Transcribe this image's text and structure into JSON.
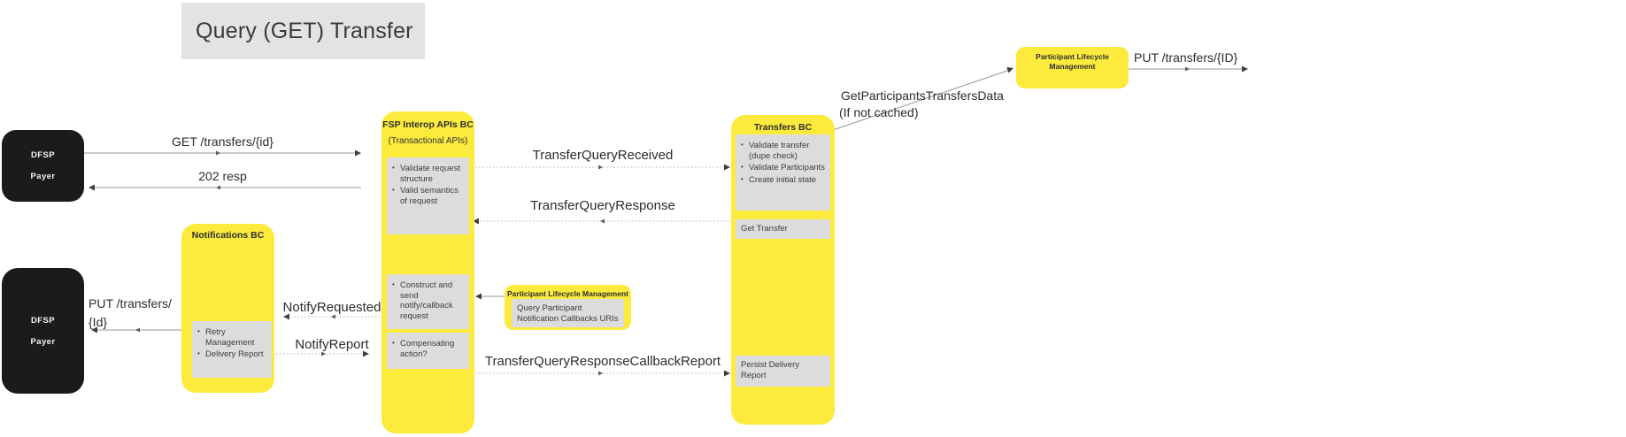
{
  "banner": {
    "title": "Query (GET) Transfer"
  },
  "colors": {
    "box_yellow": "#fcea3d",
    "inner_gray": "#dcdcdc",
    "banner_gray": "#e3e3e3",
    "actor_black": "#1b1b1b"
  },
  "actors": {
    "payer_top": {
      "lines": [
        "DFSP",
        "Payer"
      ]
    },
    "payer_bottom": {
      "lines": [
        "DFSP",
        "Payer"
      ]
    }
  },
  "fsp_interop": {
    "title": "FSP Interop APIs BC",
    "subtitle": "(Transactional APIs)",
    "validate_steps": [
      "Validate request structure",
      "Valid semantics of request"
    ],
    "notify_step": "Construct and send notify/callback request",
    "compensate_step": "Compensating action?"
  },
  "notifications": {
    "title": "Notifications BC",
    "steps": [
      "Retry Management",
      "Delivery Report"
    ]
  },
  "plm_query": {
    "title": "Participant Lifecycle Management",
    "lines": [
      "Query Participant",
      "Notification Callbacks URIs"
    ]
  },
  "transfers": {
    "title": "Transfers BC",
    "validate_steps": [
      "Validate transfer (dupe check)",
      "Validate Participants",
      "Create initial state"
    ],
    "get_transfer": "Get Transfer",
    "persist": "Persist Delivery Report"
  },
  "plm_top": {
    "lines": [
      "Participant Lifecycle",
      "Management"
    ]
  },
  "messages": {
    "get_transfers": "GET /transfers/{id}",
    "resp_202": "202 resp",
    "transfer_query_received": "TransferQueryReceived",
    "transfer_query_response": "TransferQueryResponse",
    "notify_requested": "NotifyRequested",
    "notify_report": "NotifyReport",
    "put_transfers_id_lines": [
      "PUT /transfers/",
      "{Id}"
    ],
    "callback_report": "TransferQueryResponseCallbackReport",
    "get_participants": "GetParticipantsTransfersData",
    "if_not_cached": "(If not cached)",
    "put_transfers_ID": "PUT /transfers/{ID}"
  }
}
